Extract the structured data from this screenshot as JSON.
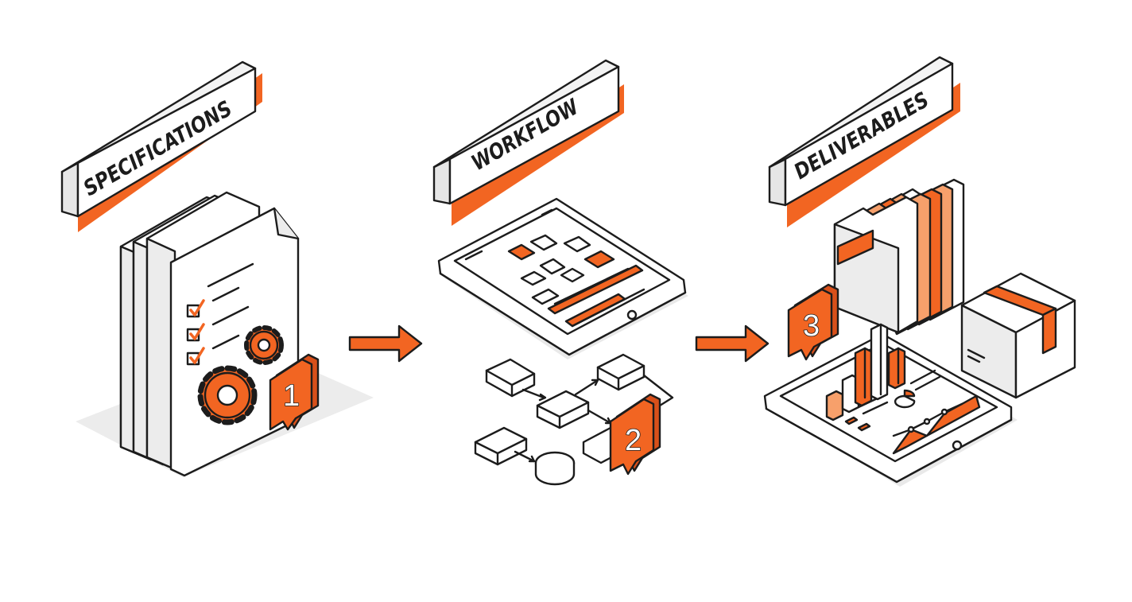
{
  "steps": [
    {
      "label": "SPECIFICATIONS",
      "number": "1"
    },
    {
      "label": "WORKFLOW",
      "number": "2"
    },
    {
      "label": "DELIVERABLES",
      "number": "3"
    }
  ],
  "colors": {
    "accent": "#f26522",
    "accent_light": "#f7a06b",
    "outline": "#1c1c1c",
    "face": "#ffffff",
    "side": "#ececec",
    "shadow": "#ececec"
  },
  "icons": [
    "document-stack-icon",
    "gear-icon",
    "checkbox-icon",
    "tablet-icon",
    "flowchart-icon",
    "folder-icon",
    "package-box-icon",
    "bar-chart-icon",
    "arrow-right-icon"
  ]
}
